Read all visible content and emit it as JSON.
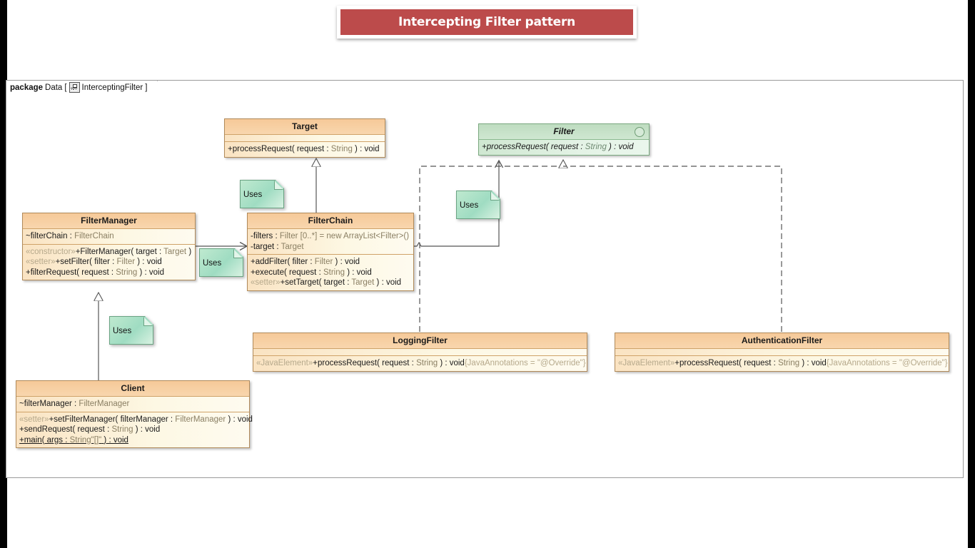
{
  "banner": {
    "title": "Intercepting Filter pattern",
    "color": "#bc4b4b"
  },
  "package": {
    "keyword": "package",
    "name": "Data",
    "bracket_open": "[",
    "diagram_name": "InterceptingFilter",
    "bracket_close": "]",
    "icon": "class-diagram-icon"
  },
  "classes": [
    {
      "id": "target",
      "name": "Target",
      "kind": "class",
      "attributes": [],
      "operations": [
        {
          "stereotype": "",
          "text": "+processRequest( request : ",
          "type": "String",
          "tail": " ) : void"
        }
      ]
    },
    {
      "id": "filter",
      "name": "Filter",
      "kind": "interface",
      "attributes": [],
      "operations": [
        {
          "stereotype": "",
          "text": "+processRequest( request : ",
          "type": "String",
          "tail": " ) : void"
        }
      ]
    },
    {
      "id": "filtermanager",
      "name": "FilterManager",
      "kind": "class",
      "attributes": [
        {
          "text": "~filterChain : ",
          "type": "FilterChain"
        }
      ],
      "operations": [
        {
          "stereotype": "«constructor»",
          "text": "+FilterManager( target : ",
          "type": "Target",
          "tail": " )"
        },
        {
          "stereotype": "«setter»",
          "text": "+setFilter( filter : ",
          "type": "Filter",
          "tail": " ) : void"
        },
        {
          "stereotype": "",
          "text": "+filterRequest( request : ",
          "type": "String",
          "tail": " ) : void"
        }
      ]
    },
    {
      "id": "filterchain",
      "name": "FilterChain",
      "kind": "class",
      "attributes": [
        {
          "text": "-filters : ",
          "type": "Filter [0..*] = new ArrayList<Filter>()"
        },
        {
          "text": "-target : ",
          "type": "Target"
        }
      ],
      "operations": [
        {
          "stereotype": "",
          "text": "+addFilter( filter : ",
          "type": "Filter",
          "tail": " ) : void"
        },
        {
          "stereotype": "",
          "text": "+execute( request : ",
          "type": "String",
          "tail": " ) : void"
        },
        {
          "stereotype": "«setter»",
          "text": "+setTarget( target : ",
          "type": "Target",
          "tail": " ) : void"
        }
      ]
    },
    {
      "id": "client",
      "name": "Client",
      "kind": "class",
      "attributes": [
        {
          "text": "~filterManager : ",
          "type": "FilterManager"
        }
      ],
      "operations": [
        {
          "stereotype": "«setter»",
          "text": "+setFilterManager( filterManager : ",
          "type": "FilterManager",
          "tail": " ) : void"
        },
        {
          "stereotype": "",
          "text": "+sendRequest( request : ",
          "type": "String",
          "tail": " ) : void"
        },
        {
          "stereotype": "",
          "text": "+main( args : ",
          "type": "String\"[]\"",
          "tail": " ) : void",
          "static": true
        }
      ]
    },
    {
      "id": "loggingfilter",
      "name": "LoggingFilter",
      "kind": "class",
      "attributes": [],
      "operations": [
        {
          "stereotype": "«JavaElement»",
          "text": "+processRequest( request : ",
          "type": "String",
          "tail": " ) : void",
          "annotation": "{JavaAnnotations = \"@Override\"}"
        }
      ]
    },
    {
      "id": "authenticationfilter",
      "name": "AuthenticationFilter",
      "kind": "class",
      "attributes": [],
      "operations": [
        {
          "stereotype": "«JavaElement»",
          "text": "+processRequest( request : ",
          "type": "String",
          "tail": " ) : void",
          "annotation": "{JavaAnnotations = \"@Override\"}"
        }
      ]
    }
  ],
  "notes": [
    {
      "id": "note-target-filterchain",
      "label": "Uses"
    },
    {
      "id": "note-filtermanager-filterchain",
      "label": "Uses"
    },
    {
      "id": "note-filterchain-filter",
      "label": "Uses"
    },
    {
      "id": "note-client-filtermanager",
      "label": "Uses"
    }
  ],
  "connectors": [
    {
      "id": "filterchain-to-target",
      "type": "generalization",
      "from": "FilterChain",
      "to": "Target"
    },
    {
      "id": "client-to-filtermanager",
      "type": "generalization",
      "from": "Client",
      "to": "FilterManager"
    },
    {
      "id": "filtermanager-to-filterchain",
      "type": "association",
      "from": "FilterManager",
      "to": "FilterChain"
    },
    {
      "id": "filterchain-to-filter",
      "type": "association",
      "from": "FilterChain",
      "to": "Filter"
    },
    {
      "id": "loggingfilter-to-filter",
      "type": "realization",
      "from": "LoggingFilter",
      "to": "Filter"
    },
    {
      "id": "authenticationfilter-to-filter",
      "type": "realization",
      "from": "AuthenticationFilter",
      "to": "Filter"
    }
  ]
}
